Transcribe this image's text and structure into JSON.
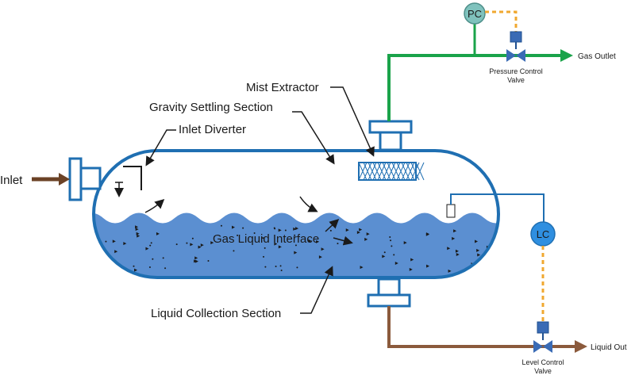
{
  "labels": {
    "mist_extractor": "Mist Extractor",
    "gravity_settling": "Gravity Settling Section",
    "inlet_diverter": "Inlet Diverter",
    "inlet": "Inlet",
    "gas_liquid_interface": "Gas Liquid Interface",
    "liquid_collection": "Liquid Collection Section",
    "gas_outlet": "Gas Outlet",
    "pressure_control_valve_line1": "Pressure Control",
    "pressure_control_valve_line2": "Valve",
    "level_control_valve_line1": "Level Control",
    "level_control_valve_line2": "Valve",
    "liquid_out": "Liquid Out",
    "pc": "PC",
    "lc": "LC"
  },
  "colors": {
    "vessel_outline": "#1f6fb2",
    "liquid": "#5b8fd1",
    "gas_line": "#1aa34a",
    "liquid_line": "#8b5a3c",
    "signal_line": "#f0a830",
    "controller": "#7fc2bd",
    "lc_controller": "#2f8fe0",
    "inlet_arrow": "#6b4226"
  }
}
